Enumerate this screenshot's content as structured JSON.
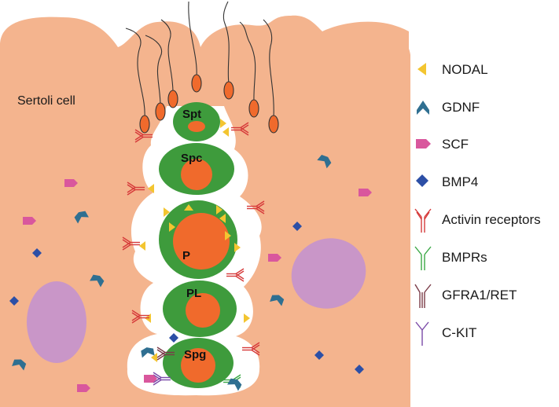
{
  "sertoli_label": "Sertoli cell",
  "cells": {
    "spt": "Spt",
    "spc": "Spc",
    "p": "P",
    "pl": "PL",
    "spg": "Spg"
  },
  "legend": [
    {
      "label": "NODAL",
      "icon": "nodal-triangle-icon"
    },
    {
      "label": "GDNF",
      "icon": "gdnf-chevron-icon"
    },
    {
      "label": "SCF",
      "icon": "scf-pentagon-icon"
    },
    {
      "label": "BMP4",
      "icon": "bmp4-diamond-icon"
    },
    {
      "label": "Activin receptors",
      "icon": "activin-receptor-icon"
    },
    {
      "label": "BMPRs",
      "icon": "bmpr-receptor-icon"
    },
    {
      "label": "GFRA1/RET",
      "icon": "gfra1-ret-receptor-icon"
    },
    {
      "label": "C-KIT",
      "icon": "c-kit-receptor-icon"
    }
  ],
  "colors": {
    "sertoli": "#f4b48e",
    "germ_cytoplasm": "#3e9b3c",
    "nucleus": "#f06a2c",
    "sertoli_nucleus": "#c996c8",
    "nodal": "#f3c530",
    "gdnf": "#2f6f91",
    "scf": "#d9579d",
    "bmp4": "#2c4fa6",
    "activin": "#d63a3a",
    "bmpr": "#3aa845",
    "gfra1_ret": "#7a3b48",
    "c_kit": "#7a4aa8"
  }
}
